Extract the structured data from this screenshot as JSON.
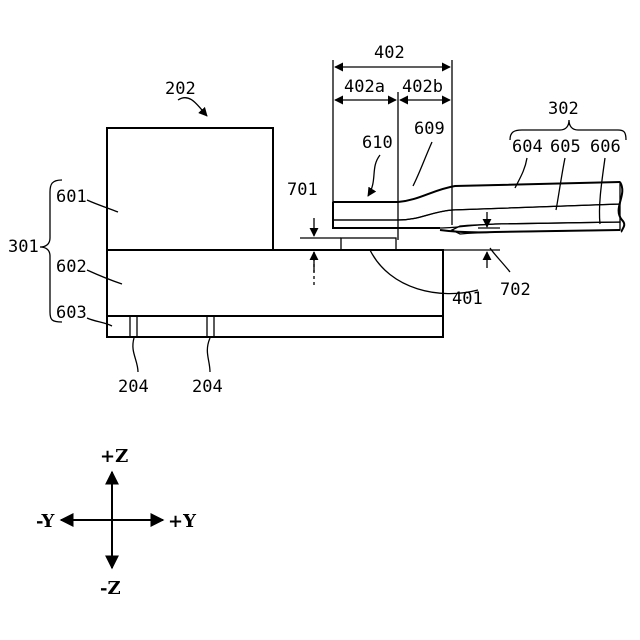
{
  "labels": {
    "l202": "202",
    "l301": "301",
    "l601": "601",
    "l602": "602",
    "l603": "603",
    "l204a": "204",
    "l204b": "204",
    "l701": "701",
    "l702": "702",
    "l401": "401",
    "l402": "402",
    "l402a": "402a",
    "l402b": "402b",
    "l610": "610",
    "l609": "609",
    "l302": "302",
    "l604": "604",
    "l605": "605",
    "l606": "606"
  },
  "axes": {
    "pz": "+Z",
    "nz": "-Z",
    "py": "+Y",
    "ny": "-Y"
  }
}
